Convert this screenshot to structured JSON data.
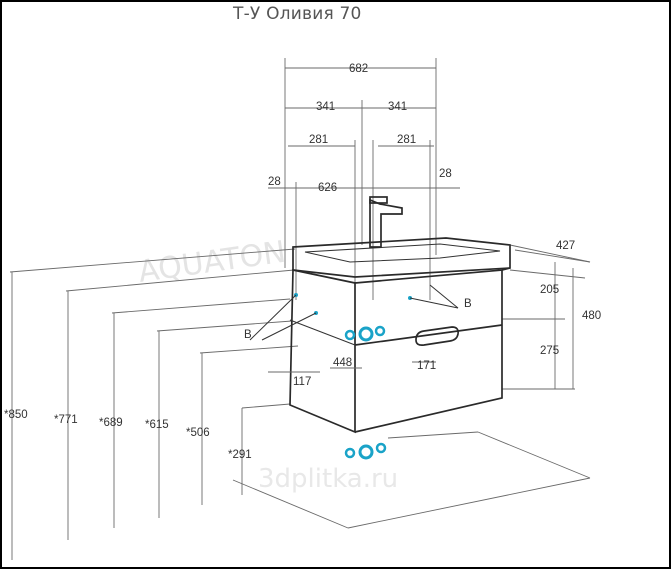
{
  "title": "Т-У Оливия 70",
  "watermarks": {
    "brand": "AQUATON",
    "site": "3dplitka.ru"
  },
  "dimensions": {
    "total_width": "682",
    "half_left": "341",
    "half_right": "341",
    "offset_left": "281",
    "offset_right": "281",
    "edge_left": "28",
    "edge_right": "28",
    "bowl_width": "626",
    "depth": "427",
    "drawer_top_h": "205",
    "cabinet_h": "480",
    "drawer_bottom_h": "275",
    "supply_h": "448",
    "handle_offset": "171",
    "inlet_offset": "117",
    "h_850": "*850",
    "h_771": "*771",
    "h_689": "*689",
    "h_615": "*615",
    "h_506": "*506",
    "h_291": "*291"
  },
  "labels": {
    "b_left": "B",
    "b_right": "B"
  },
  "colors": {
    "accent": "#1aa3c8",
    "line": "#2a2a2a",
    "dim": "#6a6a6a"
  }
}
